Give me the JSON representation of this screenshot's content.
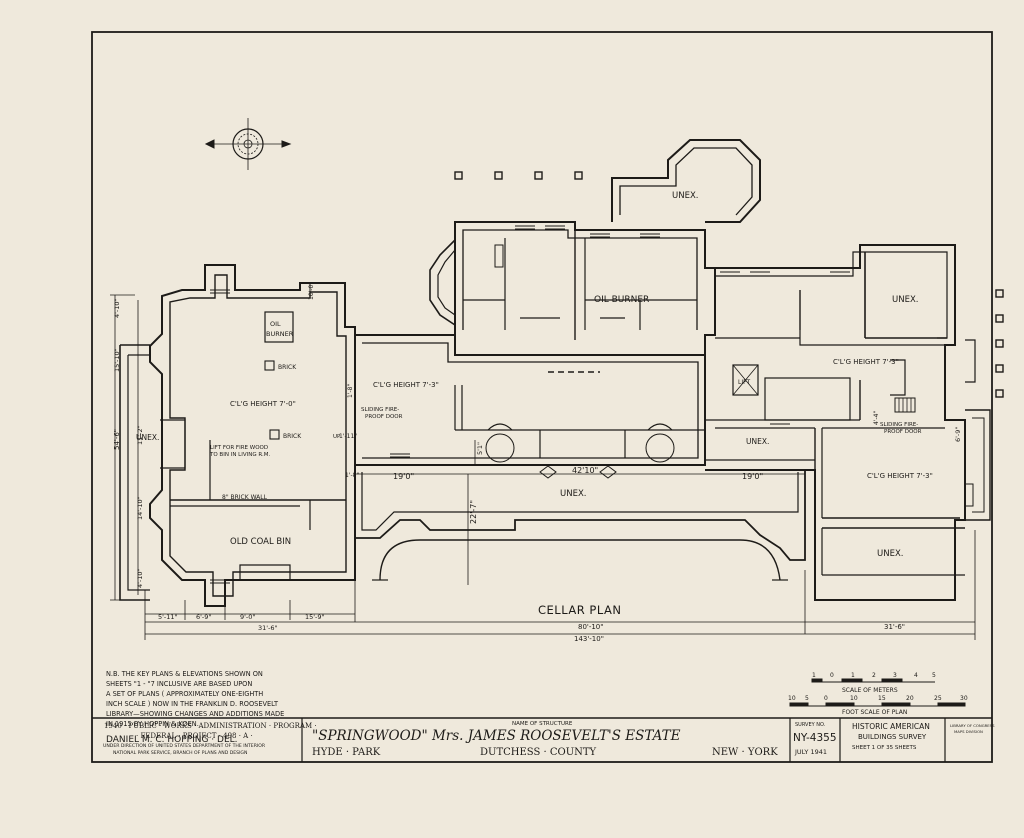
{
  "rooms": {
    "unex_top": "UNEX.",
    "oil_burner": "OIL BURNER",
    "unex_right_top": "UNEX.",
    "oil_burner_small_1": "OIL",
    "oil_burner_small_2": "BURNER",
    "brick_1": "BRICK",
    "brick_2": "BRICK",
    "clg_left": "C'L'G HEIGHT 7'-0\"",
    "clg_mid": "C'L'G HEIGHT 7'-3\"",
    "clg_right_top": "C'L'G HEIGHT 7'-3\"",
    "clg_right_bottom": "C'L'G HEIGHT 7'-3\"",
    "unex_left": "UNEX.",
    "lift_1": "LIFT FOR FIRE WOOD",
    "lift_2": "TO BIN IN LIVING R.M.",
    "brick_wall": "8\" BRICK WALL",
    "coal_bin": "OLD COAL BIN",
    "sliding_left_1": "SLIDING FIRE-",
    "sliding_left_2": "PROOF DOOR",
    "sliding_right_1": "SLIDING FIRE-",
    "sliding_right_2": "PROOF DOOR",
    "lift": "LIFT",
    "unex_small": "UNEX.",
    "unex_center": "UNEX.",
    "unex_right_bottom": "UNEX.",
    "up": "UP"
  },
  "dims": {
    "d19_left": "19'0\"",
    "d42": "42'10\"",
    "d19_right": "19'0\"",
    "d22": "22'-7\"",
    "d5_1": "5'1\"",
    "d1_8": "1'-8\"",
    "d1_8b": "1'-8\"",
    "d1_11": "1'-11\"",
    "d4_left_top": "4'-10\"",
    "d15_10": "15'-10\"",
    "d54_6": "54'-6\"",
    "d11_2": "11'-2\"",
    "d14_10": "14'-10\"",
    "d4_left_bottom": "4'-10\"",
    "d5_11": "5'-11\"",
    "d6_9": "6'-9\"",
    "d9_0": "9'-0\"",
    "d15_9": "15'-9\"",
    "d31_6_left": "31'-6\"",
    "d80_10": "80'-10\"",
    "d31_6_right": "31'-6\"",
    "d143_10": "143'-10\"",
    "d6_9_right": "6'-9\"",
    "d4_small": "4'-4\"",
    "d10_top": "10'-0\""
  },
  "plan_title": "CELLAR PLAN",
  "note": [
    "N.B. THE KEY PLANS & ELEVATIONS SHOWN ON",
    "SHEETS \"1 - \"7 INCLUSIVE ARE BASED UPON",
    "A SET OF PLANS ( APPROXIMATELY ONE-EIGHTH",
    "INCH SCALE ) NOW IN THE FRANKLIN D. ROOSEVELT",
    "LIBRARY—SHOWING CHANGES AND ADDITIONS MADE",
    "IN 1915 BY HOPPIN & KOEN."
  ],
  "delineator": "DANIEL M. C. HOPPING · DEL.",
  "scale_meters": {
    "ticks": [
      "1",
      "0",
      "1",
      "2",
      "3",
      "4",
      "5"
    ],
    "label": "SCALE OF METERS"
  },
  "scale_feet": {
    "ticks": [
      "10",
      "5",
      "0",
      "10",
      "15",
      "20",
      "25",
      "30"
    ],
    "label": "FOOT SCALE OF PLAN"
  },
  "title_block": {
    "program_1": "1940 · PUBLIC · WORKS · ADMINISTRATION · PROGRAM ·",
    "program_2": "· FEDERAL · PROJECT · 498 · A ·",
    "program_3": "UNDER DIRECTION OF UNITED STATES DEPARTMENT OF THE INTERIOR",
    "program_4": "NATIONAL PARK SERVICE, BRANCH OF PLANS AND DESIGN",
    "name_label": "NAME OF STRUCTURE",
    "name": "\"SPRINGWOOD\" Mrs. JAMES ROOSEVELT'S ESTATE",
    "location_1": "HYDE · PARK",
    "location_2": "DUTCHESS · COUNTY",
    "location_3": "NEW · YORK",
    "survey_label": "SURVEY NO.",
    "survey_no": "NY-4355",
    "date": "JULY 1941",
    "habs_1": "HISTORIC AMERICAN",
    "habs_2": "BUILDINGS SURVEY",
    "sheet_text": "SHEET 1 OF 35 SHEETS",
    "library_1": "LIBRARY OF CONGRESS",
    "library_2": "MAPS DIVISION"
  },
  "colors": {
    "ink": "#1d1b18",
    "paper": "#efe9dc"
  }
}
